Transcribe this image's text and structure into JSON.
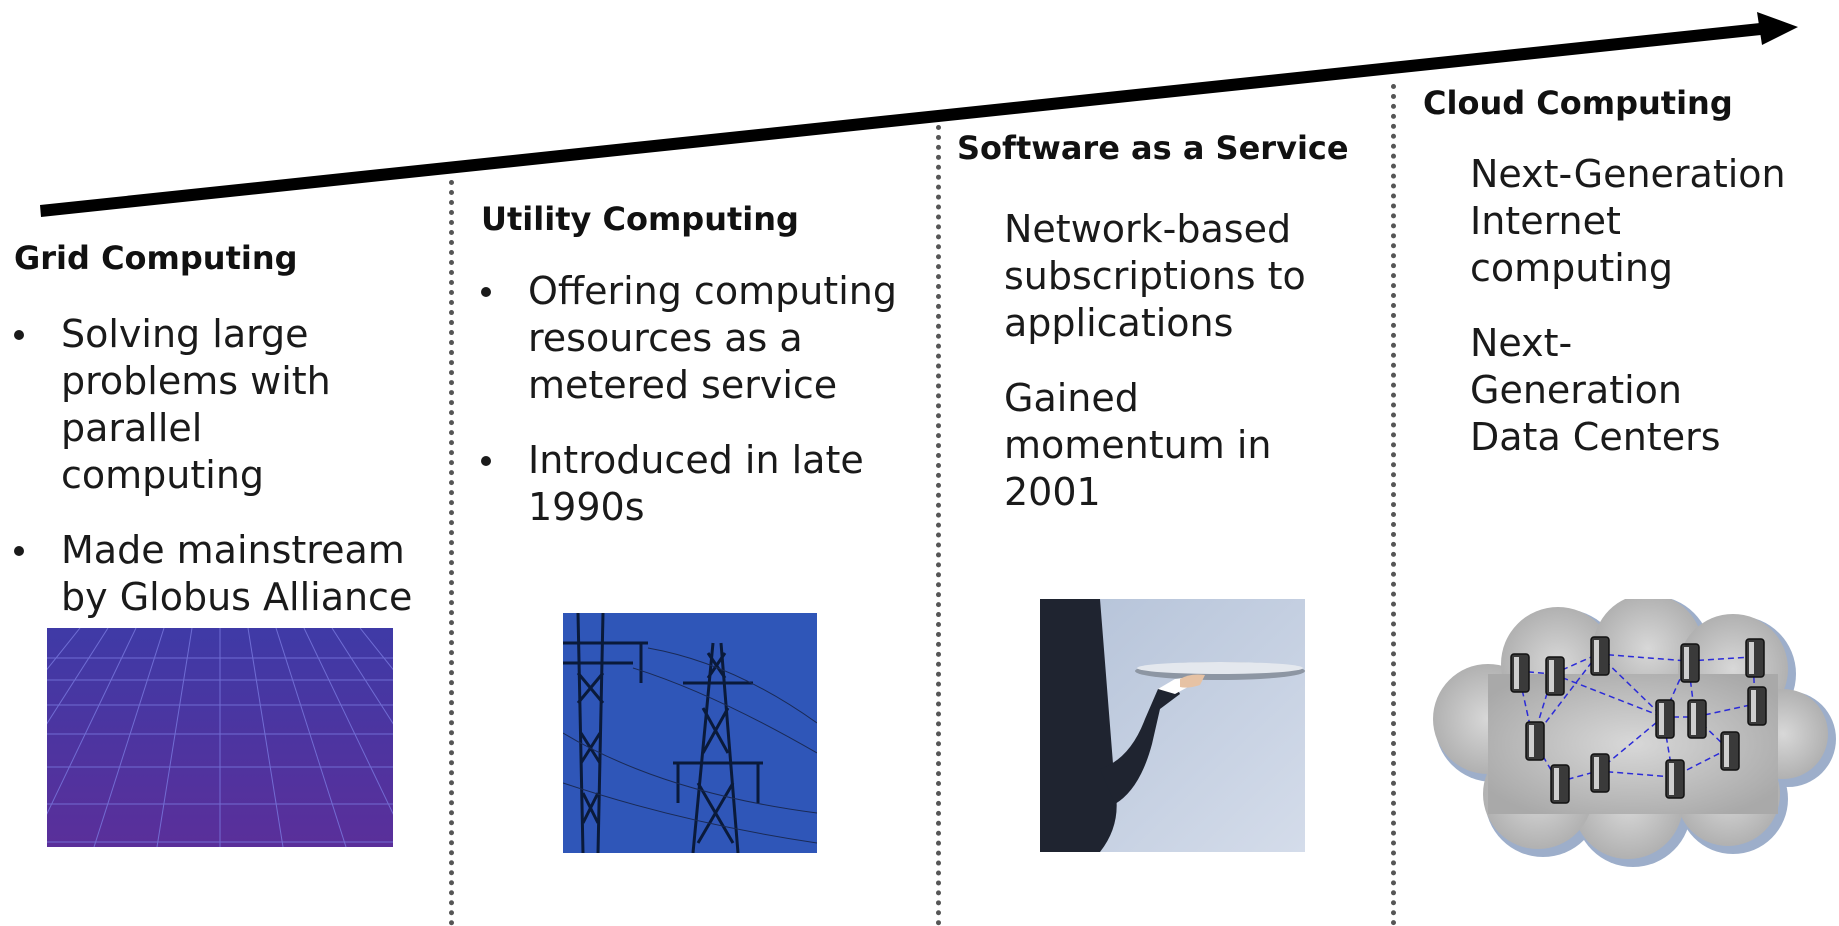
{
  "columns": [
    {
      "heading": "Grid Computing",
      "bullets": [
        "Solving large problems with parallel computing",
        "Made mainstream by Globus Alliance"
      ],
      "image_icon": "grid-icon"
    },
    {
      "heading": "Utility Computing",
      "bullets": [
        "Offering computing resources as a metered service",
        "Introduced in late 1990s"
      ],
      "image_icon": "power-tower-icon"
    },
    {
      "heading": "Software as a Service",
      "paragraphs": [
        "Network-based subscriptions to applications",
        "Gained momentum in 2001"
      ],
      "image_icon": "waiter-tray-icon"
    },
    {
      "heading": "Cloud Computing",
      "paragraphs": [
        "Next-Generation Internet computing",
        "Next-Generation Data Centers"
      ],
      "image_icon": "cloud-servers-icon"
    }
  ],
  "colors": {
    "arrow": "#000000",
    "divider": "#555555",
    "grid_bg": "#4a3da8",
    "tower_bg": "#2f56b8",
    "saas_bg": "#c3cedf",
    "cloud": "#c4c4c4"
  }
}
